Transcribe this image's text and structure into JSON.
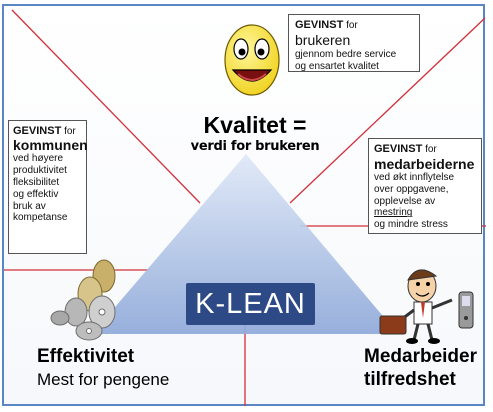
{
  "colors": {
    "frame": "#5b86c6",
    "divider_lines": "#d2303a",
    "triangle": "#a9bfe6",
    "klean_bg": "#2e4a86",
    "smiley": "#f6e12a"
  },
  "icons": [
    "smiley-face-icon",
    "coins-icon",
    "cartoon-worker-icon"
  ],
  "user_box": {
    "prefix": "GEVINST",
    "for": " for ",
    "big": "brukeren",
    "line1": "gjennom bedre service",
    "line2": "og ensartet kvalitet"
  },
  "kommune_box": {
    "prefix": "GEVINST",
    "for": " for",
    "big": "kommunen",
    "lines": [
      "ved høyere",
      "produktivitet",
      "fleksibilitet",
      "og effektiv",
      "bruk av",
      "kompetanse"
    ]
  },
  "med_box": {
    "prefix": "GEVINST",
    "for": " for",
    "big": "medarbeiderne",
    "line1": "ved økt innflytelse",
    "line2": "over oppgavene,",
    "line3_pre": "opplevelse av ",
    "line3_u": "mestring",
    "line4": "og mindre stress"
  },
  "center": {
    "title": "Kvalitet =",
    "subtitle": "verdi for brukeren",
    "badge": "K-LEAN"
  },
  "bottom_left": {
    "title": "Effektivitet",
    "subtitle": "Mest for pengene"
  },
  "bottom_right": {
    "line1": "Medarbeider",
    "line2": "tilfredshet"
  }
}
